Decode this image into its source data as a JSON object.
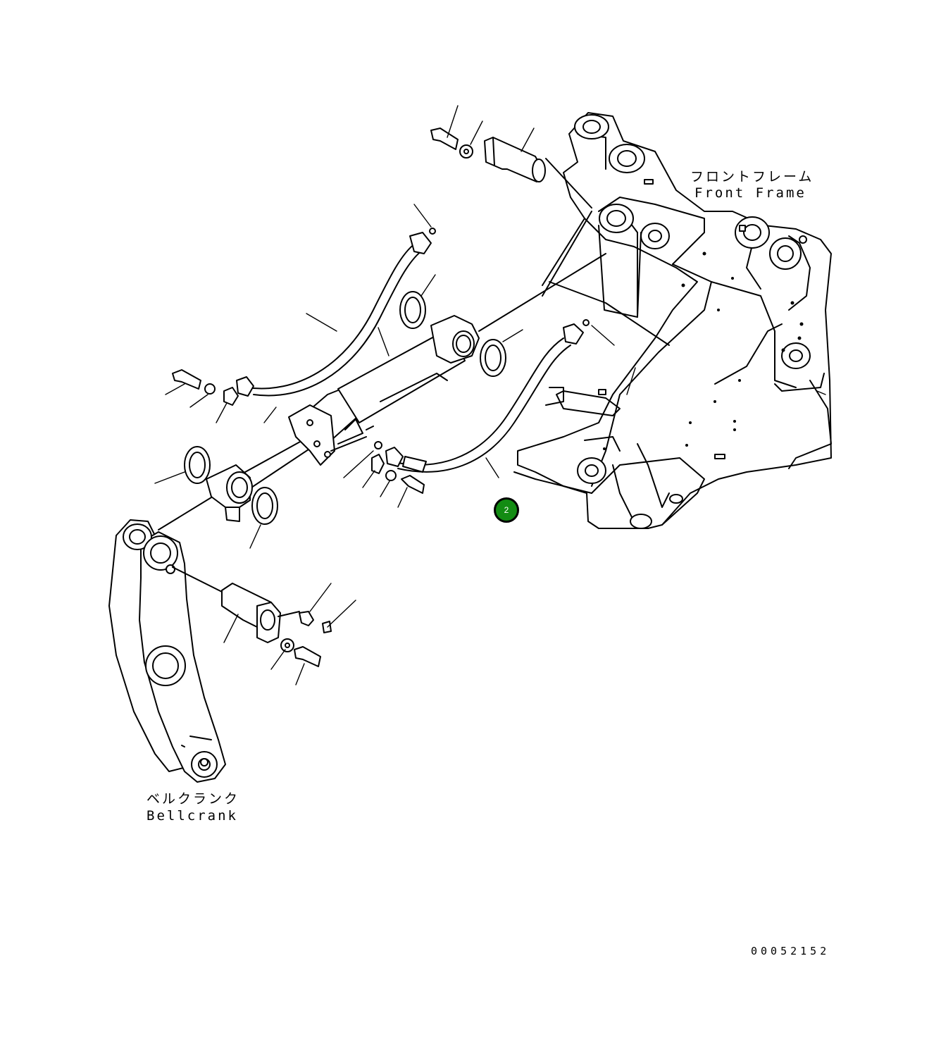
{
  "labels": {
    "front_frame_jp": "フロントフレーム",
    "front_frame_en": "Front Frame",
    "bellcrank_jp": "ベルクランク",
    "bellcrank_en": "Bellcrank"
  },
  "callout": {
    "number": "2",
    "color": "#138c13"
  },
  "drawing_code": "00052152"
}
